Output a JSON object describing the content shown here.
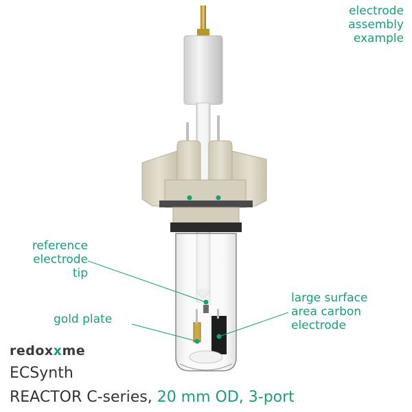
{
  "labels": {
    "top_right": [
      "electrode",
      "assembly",
      "example"
    ],
    "reference_tip": [
      "reference",
      "electrode",
      "tip"
    ],
    "gold_plate": "gold plate",
    "carbon_electrode": [
      "large surface",
      "area carbon",
      "electrode"
    ]
  },
  "brand": {
    "logo_text_a": "redox",
    "logo_text_b": "me"
  },
  "product": {
    "name": "ECSynth",
    "series": "REACTOR C-series,",
    "spec": " 20 mm OD, 3-port"
  },
  "colors": {
    "accent": "#1a9e78",
    "housing": "#d9d4c4",
    "glass": "#e6e6e6"
  }
}
